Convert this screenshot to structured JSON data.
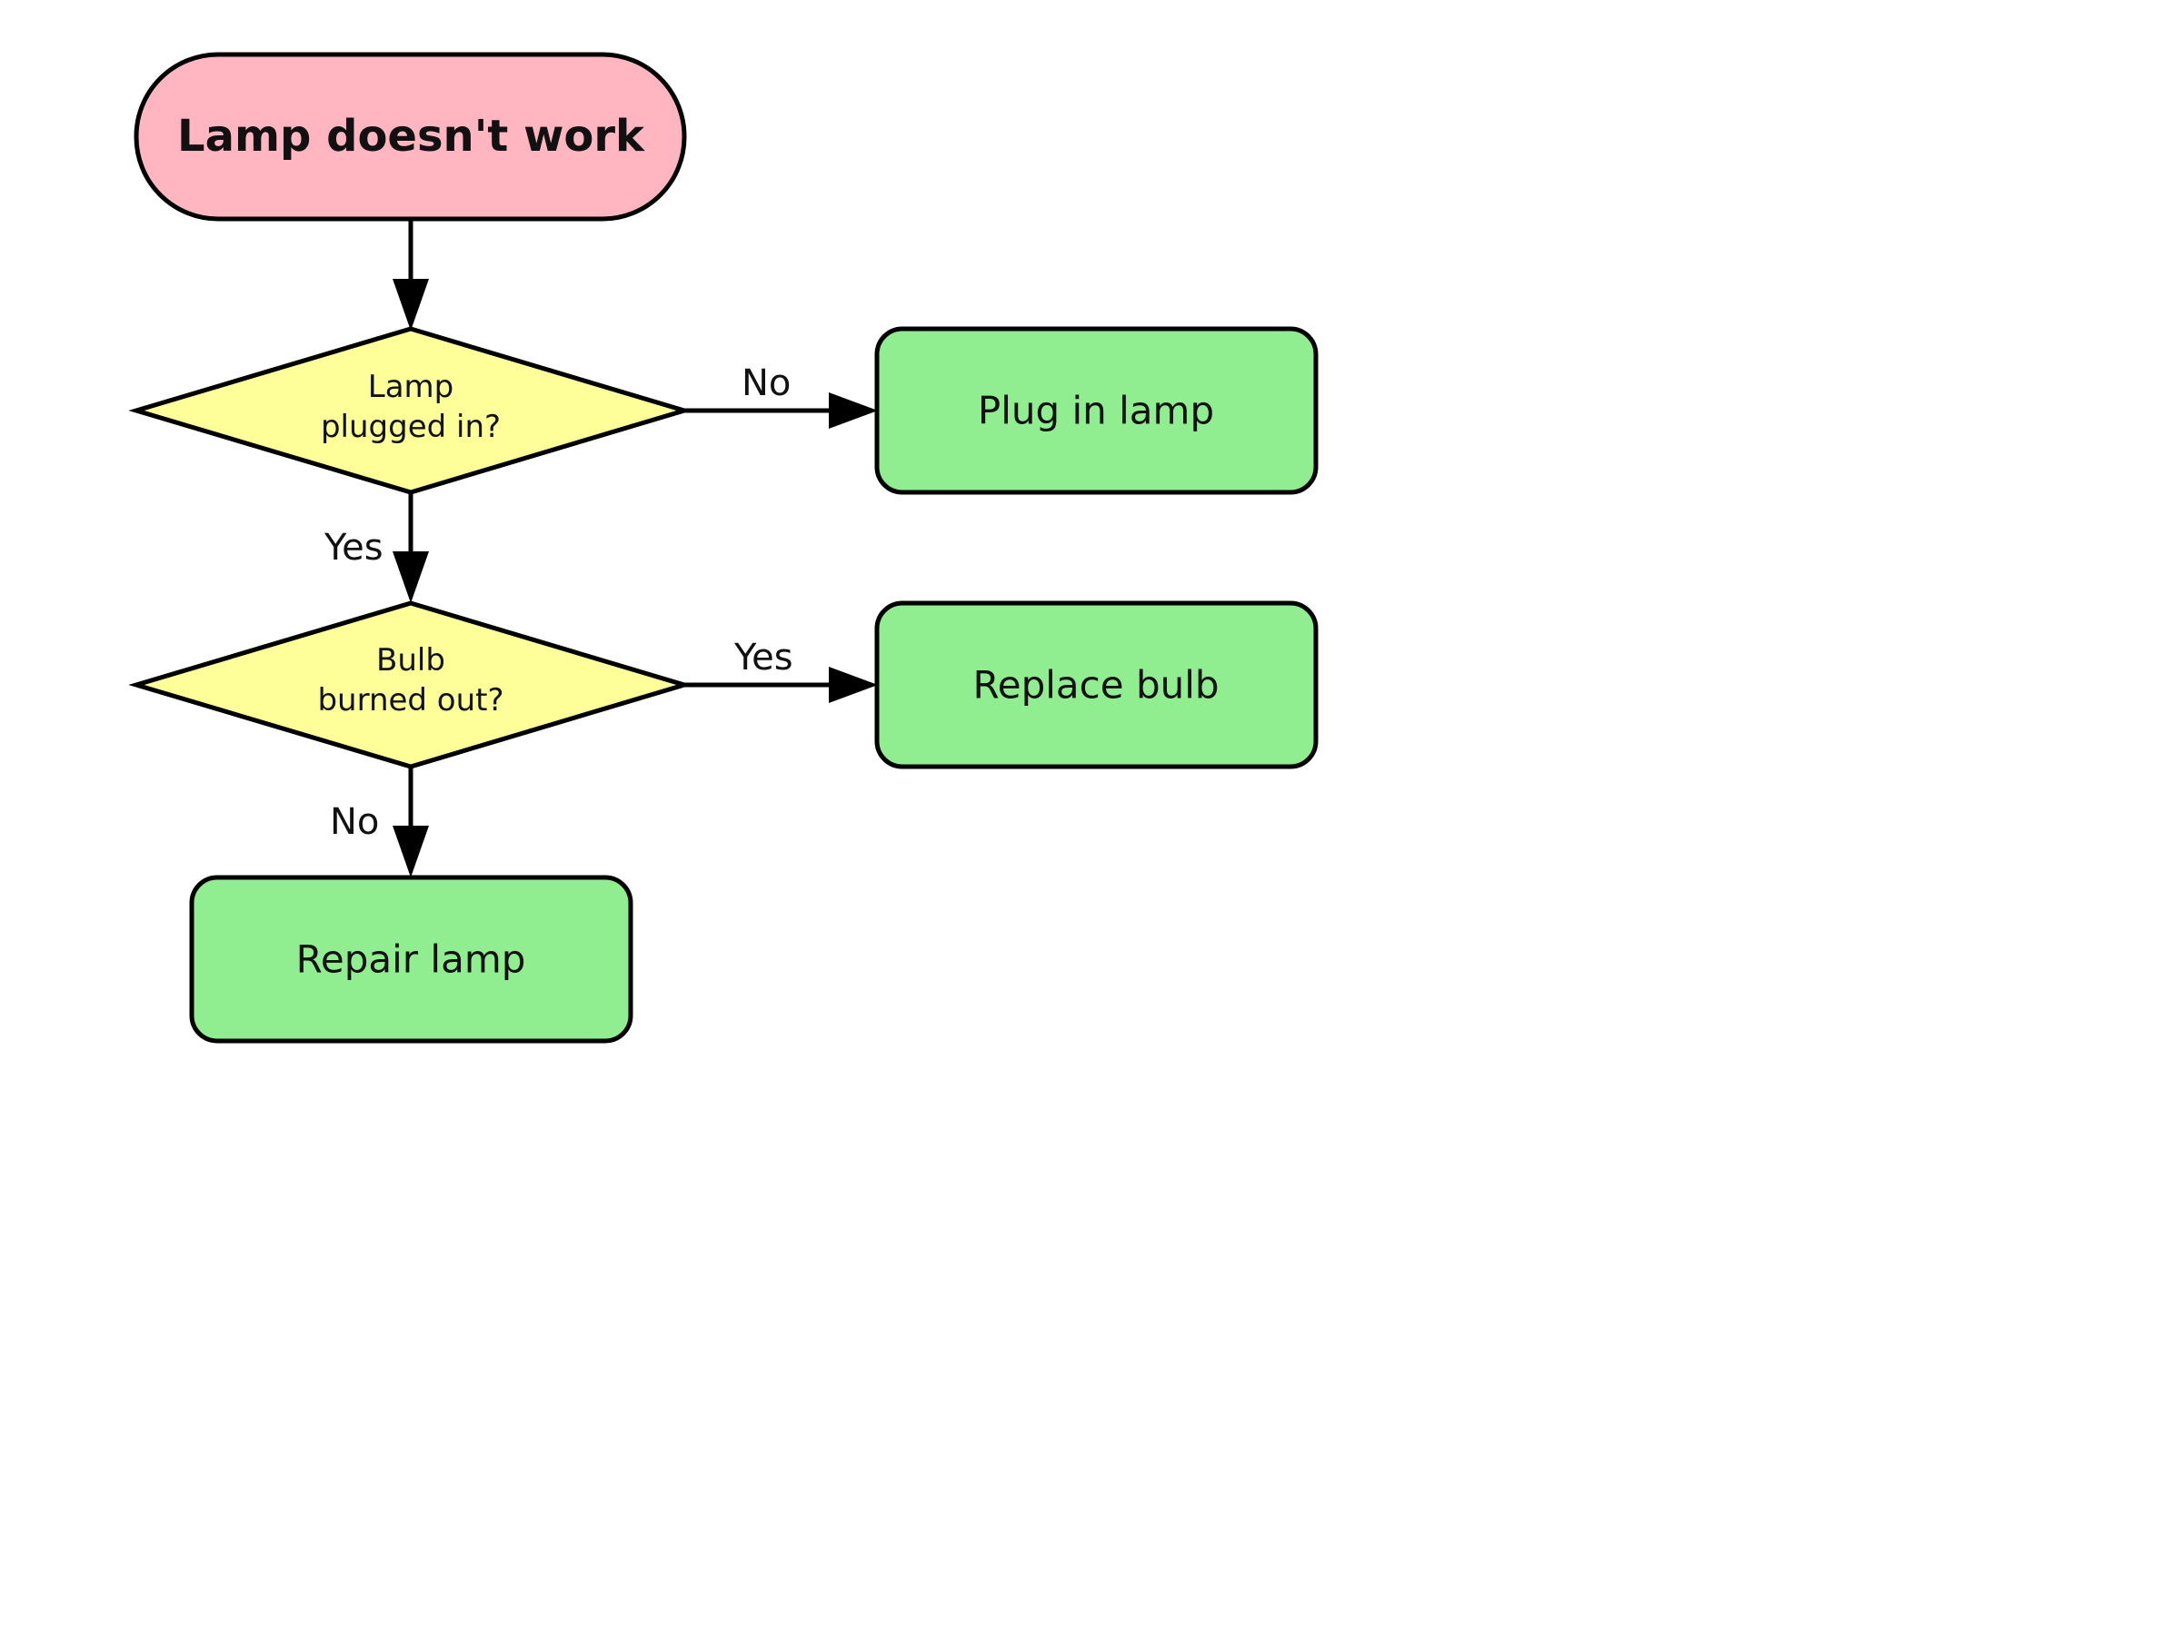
{
  "diagram": {
    "type": "flowchart",
    "colors": {
      "start_fill": "#FFB6C1",
      "decision_fill": "#FFFF99",
      "action_fill": "#90EE90",
      "outline": "#000000",
      "background": "#FFFFFF"
    },
    "nodes": {
      "start": {
        "label": "Lamp doesn't work",
        "shape": "stadium"
      },
      "plugged": {
        "label_line1": "Lamp",
        "label_line2": "plugged in?",
        "shape": "diamond"
      },
      "bulb": {
        "label_line1": "Bulb",
        "label_line2": "burned out?",
        "shape": "diamond"
      },
      "plug_in": {
        "label": "Plug in lamp",
        "shape": "rounded-rect"
      },
      "replace": {
        "label": "Replace bulb",
        "shape": "rounded-rect"
      },
      "repair": {
        "label": "Repair lamp",
        "shape": "rounded-rect"
      }
    },
    "edges": {
      "start_to_plugged": {
        "from": "start",
        "to": "plugged",
        "label": ""
      },
      "plugged_no": {
        "from": "plugged",
        "to": "plug_in",
        "label": "No"
      },
      "plugged_yes": {
        "from": "plugged",
        "to": "bulb",
        "label": "Yes"
      },
      "bulb_yes": {
        "from": "bulb",
        "to": "replace",
        "label": "Yes"
      },
      "bulb_no": {
        "from": "bulb",
        "to": "repair",
        "label": "No"
      }
    }
  }
}
